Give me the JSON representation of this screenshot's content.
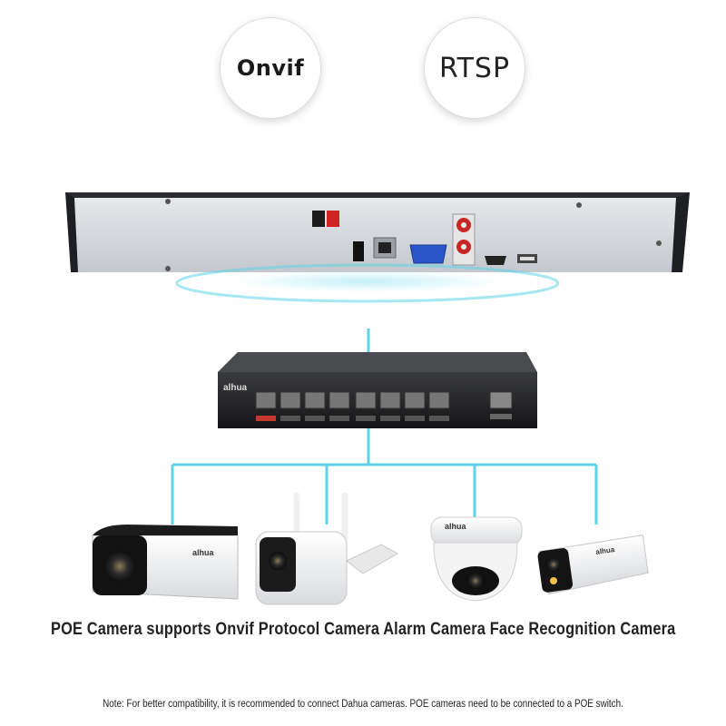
{
  "badges": {
    "onvif": "Onvif",
    "rtsp": "RTSP"
  },
  "nvr": {
    "brand_colors": {
      "body": "#cfd3d8",
      "frame": "#1e1f22"
    },
    "ports": [
      "ON",
      "OFF",
      "DC12V",
      "VGA",
      "HDMI",
      "USB"
    ]
  },
  "switch": {
    "brand": "alhua",
    "port_count": 8,
    "uplink_ports": 1
  },
  "connector_color": "#5fd3e6",
  "caption": "POE Camera supports Onvif Protocol Camera Alarm Camera Face Recognition Camera",
  "note": "Note: For better compatibility, it is recommended to connect Dahua cameras. POE cameras need to be connected to a POE switch.",
  "cameras": [
    {
      "type": "bullet",
      "brand": "alhua"
    },
    {
      "type": "wifi-bullet",
      "brand": ""
    },
    {
      "type": "dome",
      "brand": "alhua"
    },
    {
      "type": "bullet-warm",
      "brand": "alhua"
    }
  ]
}
